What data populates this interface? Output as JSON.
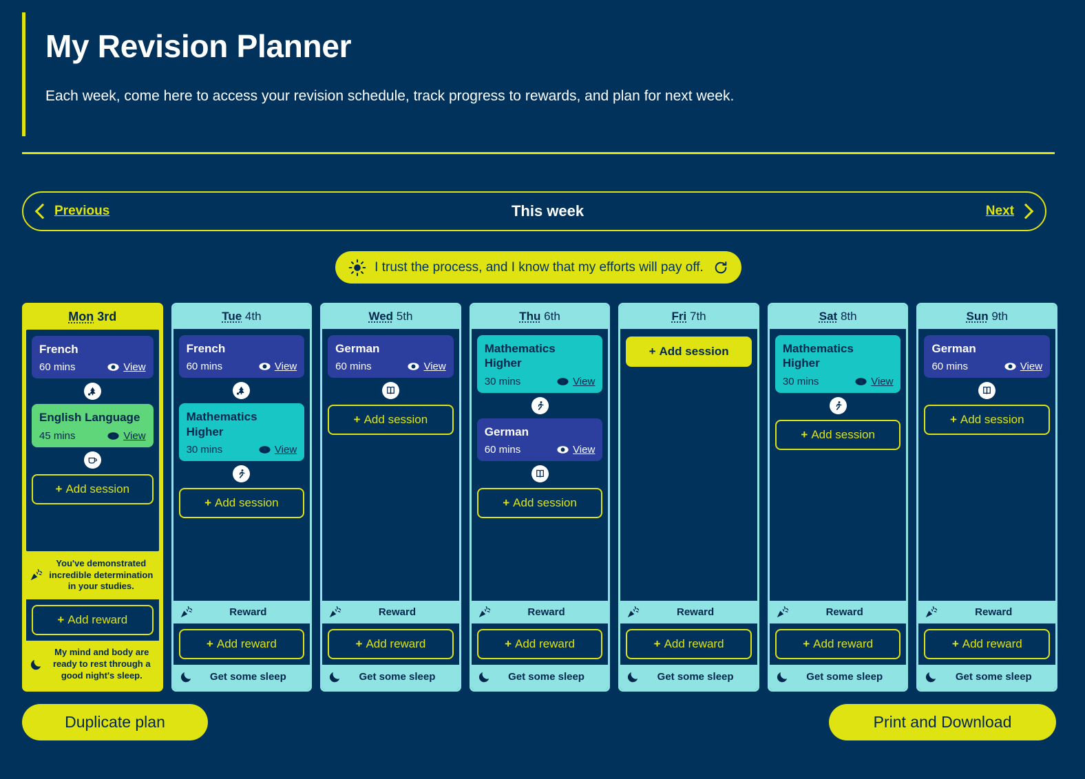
{
  "header": {
    "title": "My Revision Planner",
    "subtitle": "Each week, come here to access your revision schedule, track progress to rewards, and plan for next week."
  },
  "week_nav": {
    "previous_label": "Previous",
    "next_label": "Next",
    "current_label": "This week"
  },
  "affirmation": {
    "text": "I trust the process, and I know that my efforts will pay off.",
    "sun_icon": "sun-icon",
    "refresh_icon": "refresh-icon"
  },
  "labels": {
    "add_session": "Add session",
    "add_reward": "Add reward",
    "reward": "Reward",
    "sleep": "Get some sleep",
    "view": "View",
    "plus": "+"
  },
  "colors": {
    "background": "#00325c",
    "accent_yellow": "#dfe312",
    "accent_cyan": "#8fe3e3",
    "session_blue": "#2c3f9e",
    "session_green": "#5fd67a",
    "session_teal": "#19c6c6",
    "dark_text": "#00274d"
  },
  "days": [
    {
      "abbr": "Mon",
      "date": "3rd",
      "is_today": true,
      "sessions": [
        {
          "subject": "French",
          "duration": "60 mins",
          "view": "View",
          "color": "blue",
          "break_icon": "tree-icon"
        },
        {
          "subject": "English Language",
          "duration": "45 mins",
          "view": "View",
          "color": "green",
          "break_icon": "coffee-icon"
        }
      ],
      "add_session_filled": false,
      "reward_text": "You've demonstrated incredible determination in your studies.",
      "sleep_text": "My mind and body are ready to rest through a good night's sleep."
    },
    {
      "abbr": "Tue",
      "date": "4th",
      "is_today": false,
      "sessions": [
        {
          "subject": "French",
          "duration": "60 mins",
          "view": "View",
          "color": "blue",
          "break_icon": "tree-icon"
        },
        {
          "subject": "Mathematics Higher",
          "duration": "30 mins",
          "view": "View",
          "color": "teal",
          "break_icon": "run-icon"
        }
      ],
      "add_session_filled": false
    },
    {
      "abbr": "Wed",
      "date": "5th",
      "is_today": false,
      "sessions": [
        {
          "subject": "German",
          "duration": "60 mins",
          "view": "View",
          "color": "blue",
          "break_icon": "book-icon"
        }
      ],
      "add_session_filled": false
    },
    {
      "abbr": "Thu",
      "date": "6th",
      "is_today": false,
      "sessions": [
        {
          "subject": "Mathematics Higher",
          "duration": "30 mins",
          "view": "View",
          "color": "teal",
          "break_icon": "run-icon"
        },
        {
          "subject": "German",
          "duration": "60 mins",
          "view": "View",
          "color": "blue",
          "break_icon": "book-icon"
        }
      ],
      "add_session_filled": false
    },
    {
      "abbr": "Fri",
      "date": "7th",
      "is_today": false,
      "sessions": [],
      "add_session_filled": true
    },
    {
      "abbr": "Sat",
      "date": "8th",
      "is_today": false,
      "sessions": [
        {
          "subject": "Mathematics Higher",
          "duration": "30 mins",
          "view": "View",
          "color": "teal",
          "break_icon": "run-icon"
        }
      ],
      "add_session_filled": false
    },
    {
      "abbr": "Sun",
      "date": "9th",
      "is_today": false,
      "sessions": [
        {
          "subject": "German",
          "duration": "60 mins",
          "view": "View",
          "color": "blue",
          "break_icon": "book-icon"
        }
      ],
      "add_session_filled": false
    }
  ],
  "footer": {
    "duplicate_label": "Duplicate plan",
    "print_label": "Print and Download"
  }
}
